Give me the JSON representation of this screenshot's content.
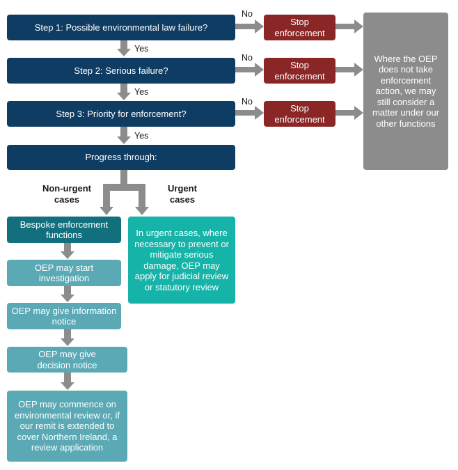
{
  "steps": {
    "step1": "Step 1: Possible environmental law failure?",
    "step2": "Step 2: Serious failure?",
    "step3": "Step 3: Priority for enforcement?",
    "progress": "Progress through:"
  },
  "stop": {
    "stop1": "Stop enforcement",
    "stop2": "Stop enforcement",
    "stop3": "Stop enforcement"
  },
  "labels": {
    "no1": "No",
    "no2": "No",
    "no3": "No",
    "yes1": "Yes",
    "yes2": "Yes",
    "yes3": "Yes",
    "non_urgent": "Non-urgent cases",
    "urgent": "Urgent cases"
  },
  "side_note": "Where the OEP does not take enforcement action, we may still consider a matter under our other functions",
  "non_urgent_steps": {
    "bespoke": "Bespoke enforcement functions",
    "investigation": "OEP may start investigation",
    "information": "OEP may give information notice",
    "decision": "OEP may give decision notice",
    "review": "OEP may commence on environmental review or, if our remit is extended to cover Northern Ireland, a review application"
  },
  "urgent_text": "In urgent cases, where necessary to prevent or mitigate serious damage, OEP may apply for judicial review or statutory review"
}
